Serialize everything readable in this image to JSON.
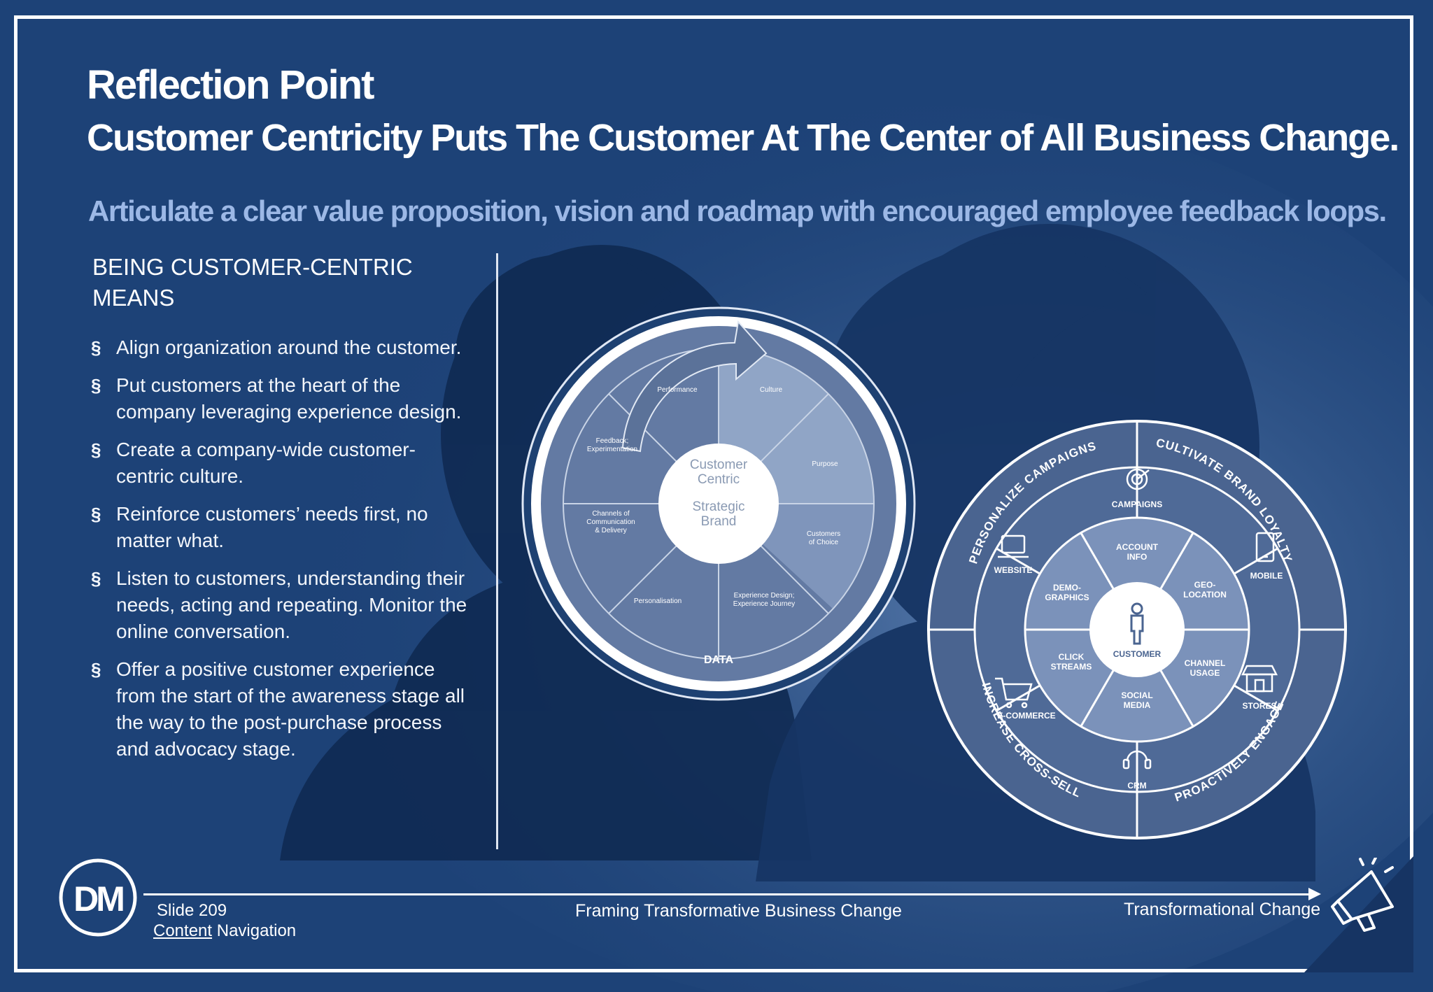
{
  "slide": {
    "title_line1": "Reflection Point",
    "title_line2": "Customer Centricity Puts The Customer At The Center of All Business Change.",
    "subtitle": "Articulate a clear value proposition, vision and roadmap with encouraged employee feedback loops.",
    "heading_line1": "BEING CUSTOMER-CENTRIC",
    "heading_line2": "MEANS",
    "bullet_marker": "§",
    "bullets": [
      {
        "text": "Align organization around the customer."
      },
      {
        "text": "Put customers at the heart of the company leveraging experience design."
      },
      {
        "text": "Create a company-wide customer-centric culture."
      },
      {
        "text": "Reinforce customers’ needs first, no matter what."
      },
      {
        "text": "Listen to customers, understanding their needs, acting and repeating. Monitor the online conversation."
      },
      {
        "text": "Offer a positive customer experience from the start of the awareness stage all the way to the post-purchase process and advocacy stage."
      }
    ]
  },
  "left_wheel": {
    "center_line1": "Customer",
    "center_line2": "Centric",
    "center_line3": "Strategic",
    "center_line4": "Brand",
    "seg_performance": "Performance",
    "seg_culture": "Culture",
    "seg_feedback_1": "Feedback;",
    "seg_feedback_2": "Experimentation",
    "seg_purpose": "Purpose",
    "seg_channels_1": "Channels of",
    "seg_channels_2": "Communication",
    "seg_channels_3": "& Delivery",
    "seg_customers_1": "Customers",
    "seg_customers_2": "of Choice",
    "seg_personalisation": "Personalisation",
    "seg_experience_1": "Experience Design;",
    "seg_experience_2": "Experience Journey",
    "bottom_label": "DATA"
  },
  "right_wheel": {
    "arc_top_left": "PERSONALIZE CAMPAIGNS",
    "arc_top_right": "CULTIVATE BRAND LOYALTY",
    "arc_bottom_left": "INCREASE CROSS-SELL",
    "arc_bottom_right": "PROACTIVELY ENGAGE",
    "center": "CUSTOMER",
    "outer_campaigns": "CAMPAIGNS",
    "outer_website": "WEBSITE",
    "outer_mobile": "MOBILE",
    "outer_ecommerce": "E-COMMERCE",
    "outer_stores": "STORES",
    "outer_crm": "CRM",
    "inner_account_1": "ACCOUNT",
    "inner_account_2": "INFO",
    "inner_demo_1": "DEMO-",
    "inner_demo_2": "GRAPHICS",
    "inner_geo_1": "GEO-",
    "inner_geo_2": "LOCATION",
    "inner_click_1": "CLICK",
    "inner_click_2": "STREAMS",
    "inner_channel_1": "CHANNEL",
    "inner_channel_2": "USAGE",
    "inner_social_1": "SOCIAL",
    "inner_social_2": "MEDIA"
  },
  "footer": {
    "logo": "DM",
    "slide_number": "Slide 209",
    "nav_link": "Content",
    "nav_rest": " Navigation",
    "center": "Framing Transformative Business Change",
    "right": "Transformational Change"
  }
}
